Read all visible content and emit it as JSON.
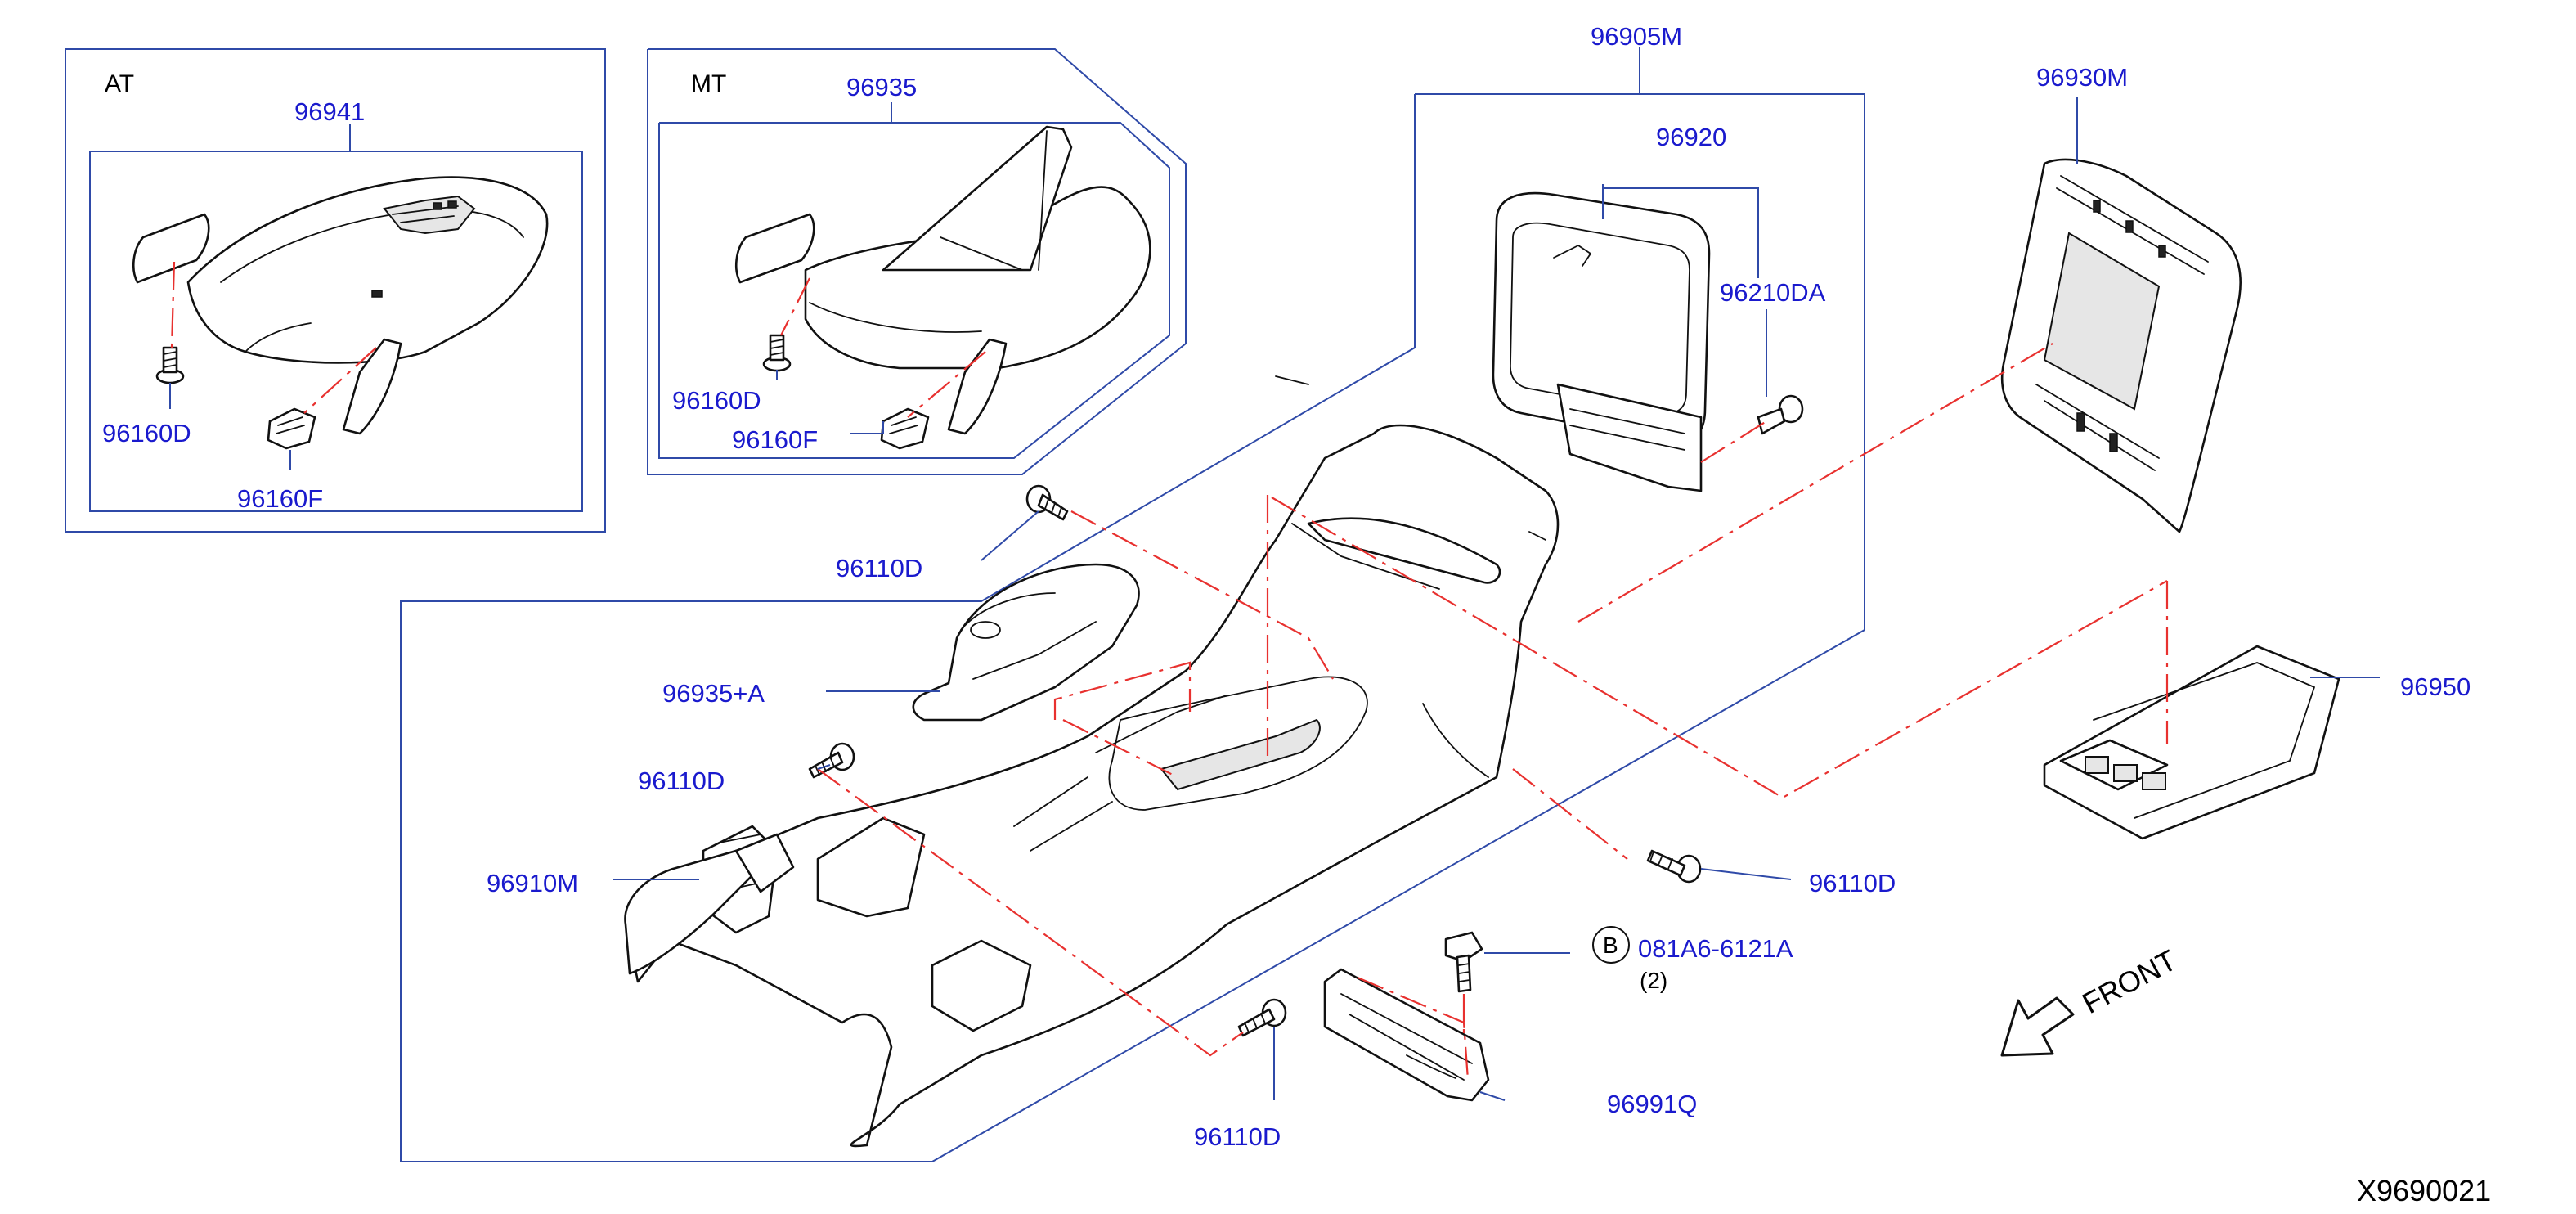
{
  "variants": {
    "at": "AT",
    "mt": "MT"
  },
  "labels": {
    "p96941": "96941",
    "p96935": "96935",
    "p96905M": "96905M",
    "p96920": "96920",
    "p96930M": "96930M",
    "p96210DA": "96210DA",
    "p96160D_at": "96160D",
    "p96160F_at": "96160F",
    "p96160D_mt": "96160D",
    "p96160F_mt": "96160F",
    "p96110D_top": "96110D",
    "p96935A": "96935+A",
    "p96110D_left": "96110D",
    "p96910M": "96910M",
    "p96950": "96950",
    "p96110D_right": "96110D",
    "p081A6": "081A6-6121A",
    "qty081A6": "(2)",
    "boltMarker": "B",
    "p96991Q": "96991Q",
    "p96110D_bottom": "96110D"
  },
  "front": "FRONT",
  "diagram_id": "X9690021"
}
